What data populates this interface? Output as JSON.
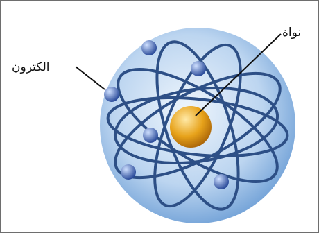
{
  "labels": {
    "electron": "الكترون",
    "nucleus": "نواة"
  },
  "colors": {
    "sphere_center": "#eef5fc",
    "sphere_mid": "#bcd5f0",
    "sphere_edge": "#6e9fd6",
    "orbit_stroke": "#2d4f86",
    "electron_light": "#cfe0ff",
    "electron_dark": "#1d3f92",
    "nucleus_light": "#ffe9a6",
    "nucleus_mid": "#e7a21a",
    "nucleus_dark": "#a25d06",
    "pointer_line": "#111111"
  },
  "icons": {
    "electron": "sphere-blue",
    "nucleus": "sphere-gold"
  }
}
